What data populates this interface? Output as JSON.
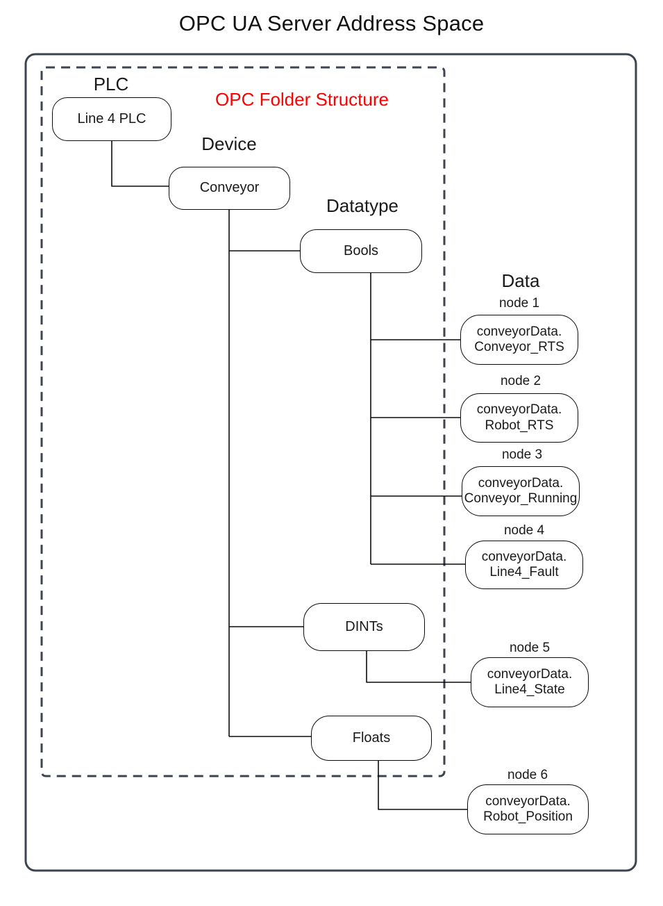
{
  "title": "OPC UA Server Address Space",
  "inner_box_label": {
    "text": "OPC Folder Structure",
    "color": "#ff0000"
  },
  "colors": {
    "outer_border": "#3d4450",
    "dashed_border": "#3d4450",
    "node_border": "#0b0b0b",
    "text": "#1a1a1a",
    "accent_red": "#ff0000",
    "background": "#ffffff"
  },
  "column_labels": [
    {
      "name": "plc",
      "text": "PLC"
    },
    {
      "name": "device",
      "text": "Device"
    },
    {
      "name": "datatype",
      "text": "Datatype"
    },
    {
      "name": "data",
      "text": "Data"
    }
  ],
  "nodes": {
    "plc": {
      "label": "Line 4 PLC"
    },
    "device": {
      "label": "Conveyor"
    },
    "datatypes": [
      {
        "label": "Bools"
      },
      {
        "label": "DINTs"
      },
      {
        "label": "Floats"
      }
    ],
    "data": [
      {
        "caption": "node 1",
        "line1": "conveyorData.",
        "line2": "Conveyor_RTS",
        "parent": "Bools"
      },
      {
        "caption": "node 2",
        "line1": "conveyorData.",
        "line2": "Robot_RTS",
        "parent": "Bools"
      },
      {
        "caption": "node 3",
        "line1": "conveyorData.",
        "line2": "Conveyor_Running",
        "parent": "Bools"
      },
      {
        "caption": "node 4",
        "line1": "conveyorData.",
        "line2": "Line4_Fault",
        "parent": "Bools"
      },
      {
        "caption": "node 5",
        "line1": "conveyorData.",
        "line2": "Line4_State",
        "parent": "DINTs"
      },
      {
        "caption": "node 6",
        "line1": "conveyorData.",
        "line2": "Robot_Position",
        "parent": "Floats"
      }
    ]
  }
}
